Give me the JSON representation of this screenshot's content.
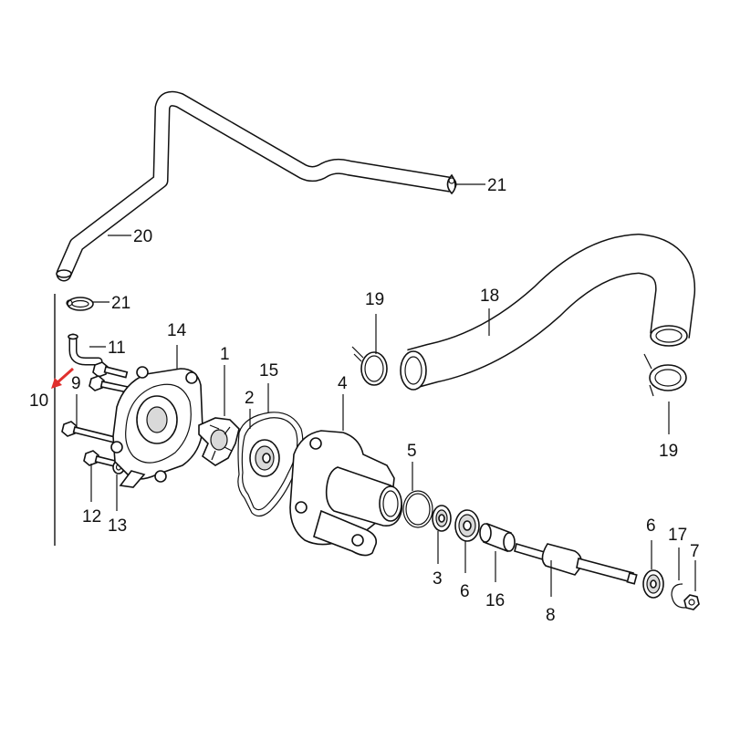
{
  "labels": {
    "p1": "1",
    "p2": "2",
    "p3": "3",
    "p4": "4",
    "p5": "5",
    "p6a": "6",
    "p6b": "6",
    "p7": "7",
    "p8": "8",
    "p9": "9",
    "p10": "10",
    "p11": "11",
    "p12": "12",
    "p13": "13",
    "p14": "14",
    "p15": "15",
    "p16": "16",
    "p17": "17",
    "p18": "18",
    "p19a": "19",
    "p19b": "19",
    "p20": "20",
    "p21a": "21",
    "p21b": "21"
  },
  "colors": {
    "line": "#111111",
    "highlight_arrow": "#e0302e",
    "background": "#ffffff"
  }
}
